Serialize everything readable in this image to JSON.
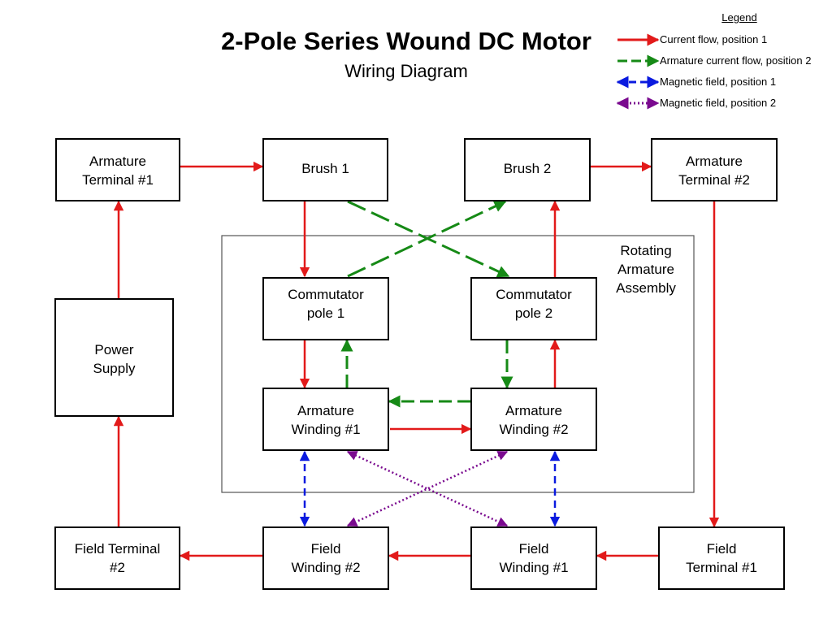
{
  "title": "2-Pole Series Wound DC Motor",
  "subtitle": "Wiring Diagram",
  "legend": {
    "title": "Legend",
    "items": [
      {
        "label": "Current flow, position 1",
        "color": "#e21a1a",
        "style": "solid"
      },
      {
        "label": "Armature current flow, position 2",
        "color": "#168a16",
        "style": "dashed"
      },
      {
        "label": "Magnetic field, position 1",
        "color": "#0a1adf",
        "style": "dashed-double"
      },
      {
        "label": "Magnetic field, position 2",
        "color": "#7a0a8f",
        "style": "dotted-double"
      }
    ]
  },
  "region": {
    "label_lines": [
      "Rotating",
      "Armature",
      "Assembly"
    ]
  },
  "boxes": {
    "armature_terminal_1": {
      "lines": [
        "Armature",
        "Terminal #1"
      ]
    },
    "brush_1": {
      "lines": [
        "Brush 1"
      ]
    },
    "brush_2": {
      "lines": [
        "Brush 2"
      ]
    },
    "armature_terminal_2": {
      "lines": [
        "Armature",
        "Terminal #2"
      ]
    },
    "commutator_pole_1": {
      "lines": [
        "Commutator",
        "pole 1"
      ]
    },
    "commutator_pole_2": {
      "lines": [
        "Commutator",
        "pole 2"
      ]
    },
    "power_supply": {
      "lines": [
        "Power",
        "Supply"
      ]
    },
    "armature_winding_1": {
      "lines": [
        "Armature",
        "Winding #1"
      ]
    },
    "armature_winding_2": {
      "lines": [
        "Armature",
        "Winding #2"
      ]
    },
    "field_terminal_2": {
      "lines": [
        "Field Terminal",
        "#2"
      ]
    },
    "field_winding_2": {
      "lines": [
        "Field",
        "Winding #2"
      ]
    },
    "field_winding_1": {
      "lines": [
        "Field",
        "Winding #1"
      ]
    },
    "field_terminal_1": {
      "lines": [
        "Field",
        "Terminal #1"
      ]
    }
  }
}
